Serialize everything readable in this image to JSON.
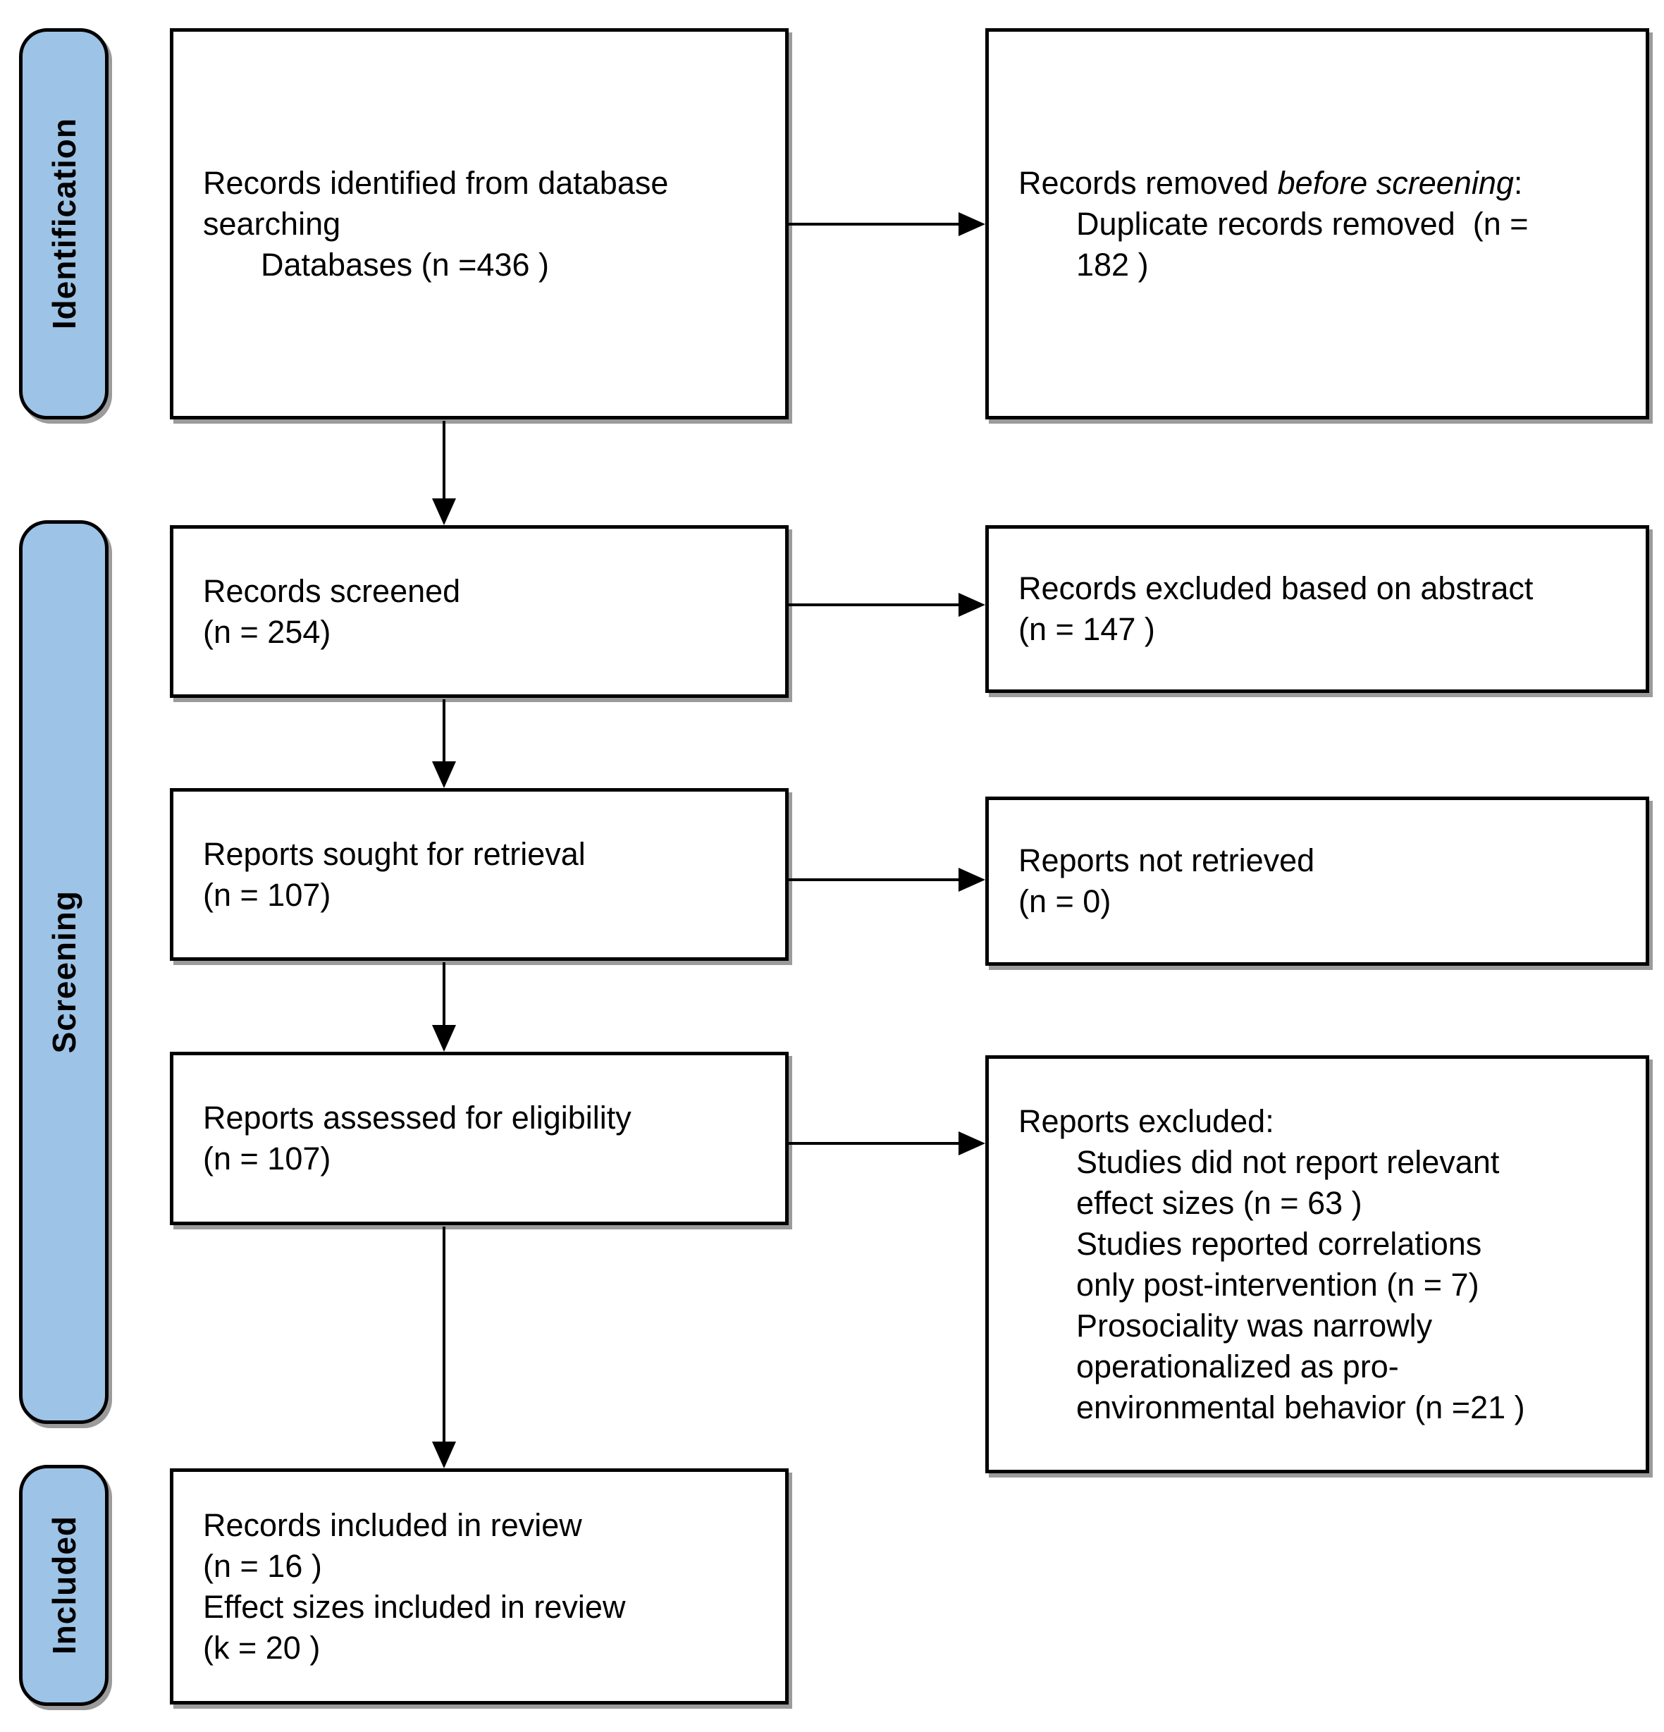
{
  "colors": {
    "stage_fill": "#9DC3E6",
    "border": "#000000",
    "shadow": "#9B9B9B",
    "background": "#FFFFFF"
  },
  "stages": [
    {
      "label": "Identification"
    },
    {
      "label": "Screening"
    },
    {
      "label": "Included"
    }
  ],
  "boxes": {
    "identified": {
      "lines": [
        "Records identified from database",
        "searching",
        {
          "text": "Databases (n =436 )",
          "indent": true
        }
      ]
    },
    "removed_before_screening": {
      "lines": [
        {
          "segments": [
            {
              "t": "Records removed "
            },
            {
              "t": "before screening",
              "i": true
            },
            {
              "t": ":"
            }
          ]
        },
        {
          "text": "Duplicate records removed  (n =",
          "indent": true
        },
        {
          "text": "182 )",
          "indent": true
        }
      ]
    },
    "screened": {
      "lines": [
        "Records screened",
        "(n = 254)"
      ]
    },
    "excluded_abstract": {
      "lines": [
        "Records excluded based on abstract",
        "(n = 147 )"
      ]
    },
    "sought_retrieval": {
      "lines": [
        "Reports sought for retrieval",
        "(n = 107)"
      ]
    },
    "not_retrieved": {
      "lines": [
        "Reports not retrieved",
        "(n = 0)"
      ]
    },
    "assessed_eligibility": {
      "lines": [
        "Reports assessed for eligibility",
        "(n = 107)"
      ]
    },
    "reports_excluded": {
      "lines": [
        "Reports excluded:",
        {
          "text": "Studies did not report relevant",
          "indent": true
        },
        {
          "text": "effect sizes (n = 63 )",
          "indent": true
        },
        {
          "text": "Studies reported correlations",
          "indent": true
        },
        {
          "text": "only post-intervention (n = 7)",
          "indent": true
        },
        {
          "text": "Prosociality was narrowly",
          "indent": true
        },
        {
          "text": "operationalized as pro-",
          "indent": true
        },
        {
          "text": "environmental behavior (n =21 )",
          "indent": true
        }
      ]
    },
    "included_in_review": {
      "lines": [
        "Records included in review",
        "(n = 16 )",
        "Effect sizes included in review",
        "(k = 20 )"
      ]
    }
  }
}
